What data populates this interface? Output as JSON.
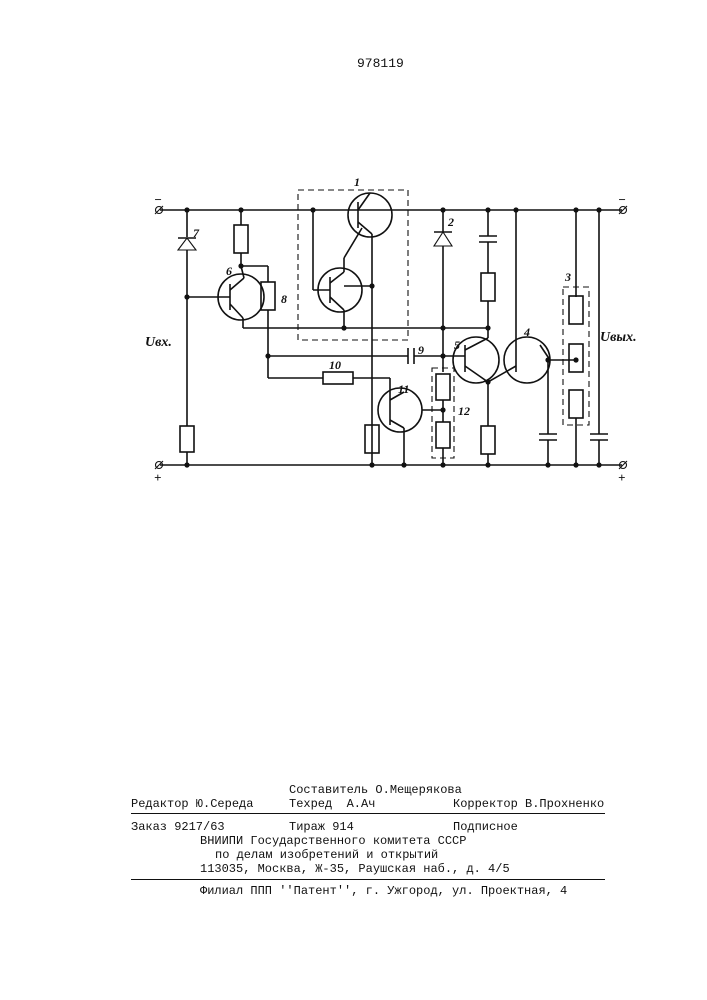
{
  "header": {
    "patent_number": "978119"
  },
  "schematic": {
    "terminals": {
      "top_left": "−",
      "top_right": "−",
      "bottom_left": "+",
      "bottom_right": "+"
    },
    "labels": {
      "input_voltage": "Uвх.",
      "output_voltage": "Uвых.",
      "n1": "1",
      "n2": "2",
      "n3": "3",
      "n4": "4",
      "n5": "5",
      "n6": "6",
      "n7": "7",
      "n8": "8",
      "n9": "9",
      "n10": "10",
      "n11": "11",
      "n12": "12"
    }
  },
  "footer": {
    "compiler": "Составитель О.Мещерякова",
    "editor": "Редактор Ю.Середа",
    "tech_editor": "Техред  А.Ач",
    "corrector": "Корректор В.Прохненко",
    "order": "Заказ 9217/63",
    "circulation": "Тираж 914",
    "subscription": "Подписное",
    "org_line1": "ВНИИПИ Государственного комитета СССР",
    "org_line2": "по делам изобретений и открытий",
    "address": "113035, Москва, Ж-35, Раушская наб., д. 4/5",
    "branch": "Филиал ППП ''Патент'', г. Ужгород, ул. Проектная, 4"
  }
}
